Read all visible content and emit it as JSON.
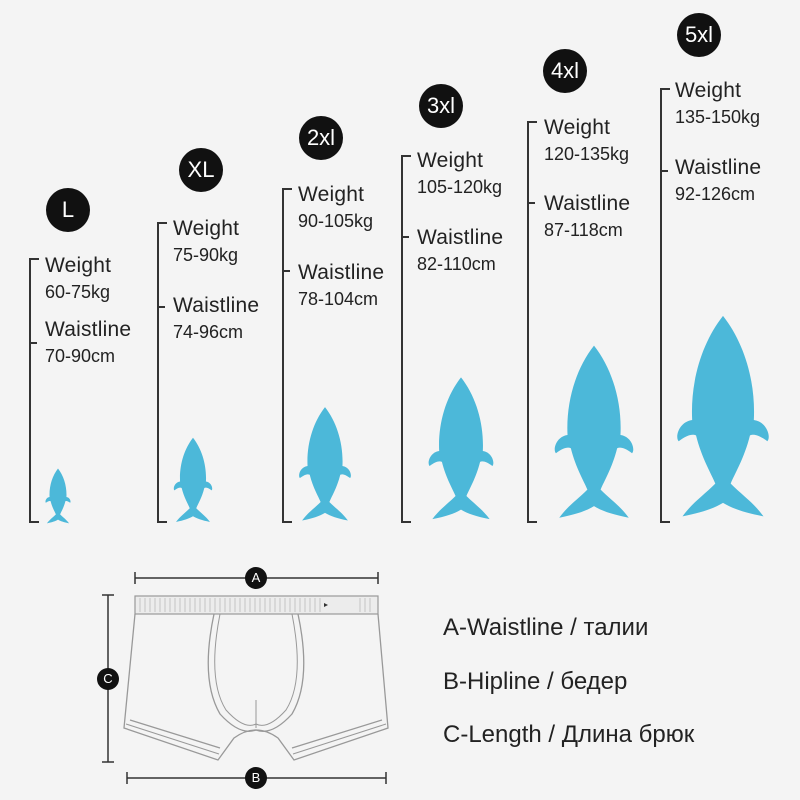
{
  "sizes": [
    {
      "badge": "L",
      "weight_label": "Weight",
      "weight": "60-75kg",
      "waist_label": "Waistline",
      "waist": "70-90cm"
    },
    {
      "badge": "XL",
      "weight_label": "Weight",
      "weight": "75-90kg",
      "waist_label": "Waistline",
      "waist": "74-96cm"
    },
    {
      "badge": "2xl",
      "weight_label": "Weight",
      "weight": "90-105kg",
      "waist_label": "Waistline",
      "waist": "78-104cm"
    },
    {
      "badge": "3xl",
      "weight_label": "Weight",
      "weight": "105-120kg",
      "waist_label": "Waistline",
      "waist": "82-110cm"
    },
    {
      "badge": "4xl",
      "weight_label": "Weight",
      "weight": "120-135kg",
      "waist_label": "Waistline",
      "waist": "87-118cm"
    },
    {
      "badge": "5xl",
      "weight_label": "Weight",
      "weight": "135-150kg",
      "waist_label": "Waistline",
      "waist": "92-126cm"
    }
  ],
  "diagram": {
    "marker_a": "A",
    "marker_b": "B",
    "marker_c": "C"
  },
  "legend": {
    "a": "A-Waistline / талии",
    "b": "B-Hipline / бедер",
    "c": "C-Length / Длина брюк"
  },
  "colors": {
    "shark": "#4cb8d9",
    "badge": "#111111"
  }
}
